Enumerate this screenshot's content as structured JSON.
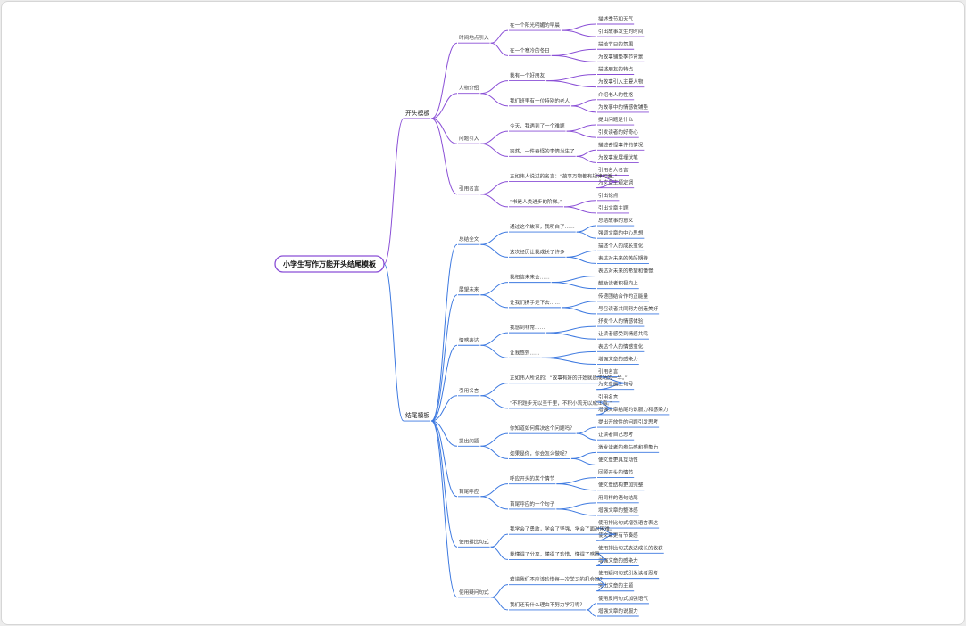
{
  "colors": {
    "open": "#8a4fd6",
    "end": "#3d79e0",
    "root_border": "#8a4fd6"
  },
  "root": {
    "label": "小学生写作万能开头结尾模板"
  },
  "branches": [
    {
      "label": "开头模板",
      "color": "#8a4fd6",
      "children": [
        {
          "label": "时间地点引入",
          "children": [
            {
              "label": "在一个阳光明媚的早晨",
              "children": [
                "描述季节和天气",
                "引出故事发生的时间"
              ]
            },
            {
              "label": "在一个寒冷的冬日",
              "children": [
                "描绘节日的氛围",
                "为故事铺垫季节背景"
              ]
            }
          ]
        },
        {
          "label": "人物介绍",
          "children": [
            {
              "label": "我有一个好朋友",
              "children": [
                "描述朋友的特点",
                "为故事引入主要人物"
              ]
            },
            {
              "label": "我们班里有一位特别的老人",
              "children": [
                "介绍老人的性格",
                "为故事中的情感做铺垫"
              ]
            }
          ]
        },
        {
          "label": "问题引入",
          "children": [
            {
              "label": "今天，我遇到了一个难题",
              "children": [
                "提出问题是什么",
                "引发读者的好奇心"
              ]
            },
            {
              "label": "突然，一件奇怪的事情发生了",
              "children": [
                "描述奇怪事件的情况",
                "为故事发展埋伏笔"
              ]
            }
          ]
        },
        {
          "label": "引用名言",
          "children": [
            {
              "label": "正如伟人说过的名言：“故事万物都有规律可循。”",
              "children": [
                "引用名人名言",
                "为文章主题定调"
              ]
            },
            {
              "label": "“书是人类进步的阶梯。”",
              "children": [
                "引出论点",
                "引出文章主题"
              ]
            }
          ]
        }
      ]
    },
    {
      "label": "结尾模板",
      "color": "#3d79e0",
      "children": [
        {
          "label": "总结全文",
          "children": [
            {
              "label": "通过这个故事，我明白了……",
              "children": [
                "总结故事的意义",
                "强调文章的中心思想"
              ]
            },
            {
              "label": "这次经历让我成长了许多",
              "children": [
                "描述个人的成长变化",
                "表达对未来的美好期待"
              ]
            }
          ]
        },
        {
          "label": "展望未来",
          "children": [
            {
              "label": "我相信未来会……",
              "children": [
                "表达对未来的希望和憧憬",
                "鼓励读者积极向上"
              ]
            },
            {
              "label": "让我们携手走下去……",
              "children": [
                "传递团结合作的正能量",
                "号召读者共同努力创造美好"
              ]
            }
          ]
        },
        {
          "label": "情感表达",
          "children": [
            {
              "label": "我感到非常……",
              "children": [
                "抒发个人的情感体验",
                "让读者感受到情感共鸣"
              ]
            },
            {
              "label": "让我感到……",
              "children": [
                "表达个人的情感变化",
                "增强文章的感染力"
              ]
            }
          ]
        },
        {
          "label": "引用名言",
          "children": [
            {
              "label": "正如伟人所说的：“故事有好的开始就是成功的一半。”",
              "children": [
                "引用名言",
                "为文章画上句号"
              ]
            },
            {
              "label": "“不积跬步无以至千里，不积小流无以成江海。”",
              "children": [
                "引用名言",
                "增强文章结尾的说服力和感染力"
              ]
            }
          ]
        },
        {
          "label": "提出问题",
          "children": [
            {
              "label": "你知道如何解决这个问题吗？",
              "children": [
                "提出开放性的问题引发思考",
                "让读者自己思考"
              ]
            },
            {
              "label": "如果是你，你会怎么做呢？",
              "children": [
                "激发读者的参与感和想象力",
                "使文章更具互动性"
              ]
            }
          ]
        },
        {
          "label": "首尾呼应",
          "children": [
            {
              "label": "呼应开头的某个情节",
              "children": [
                "回顾开头的情节",
                "使文章结构更加完整"
              ]
            },
            {
              "label": "首尾呼应的一个句子",
              "children": [
                "用同样的语句结尾",
                "增强文章的整体感"
              ]
            }
          ]
        },
        {
          "label": "使用排比句式",
          "children": [
            {
              "label": "我学会了勇敢，学会了坚强，学会了面对困难。",
              "children": [
                "使用排比句式增强语言表达",
                "使文章更有节奏感"
              ]
            },
            {
              "label": "我懂得了分享，懂得了珍惜，懂得了感恩。",
              "children": [
                "使用排比句式表达成长的收获",
                "增强文章的感染力"
              ]
            }
          ]
        },
        {
          "label": "使用疑问句式",
          "children": [
            {
              "label": "难道我们不应该珍惜每一次学习的机会吗？",
              "children": [
                "使用疑问句式引发读者思考",
                "突出文章的主题"
              ]
            },
            {
              "label": "我们还有什么理由不努力学习呢？",
              "children": [
                "使用反问句式加强语气",
                "增强文章的说服力"
              ]
            }
          ]
        }
      ]
    }
  ]
}
